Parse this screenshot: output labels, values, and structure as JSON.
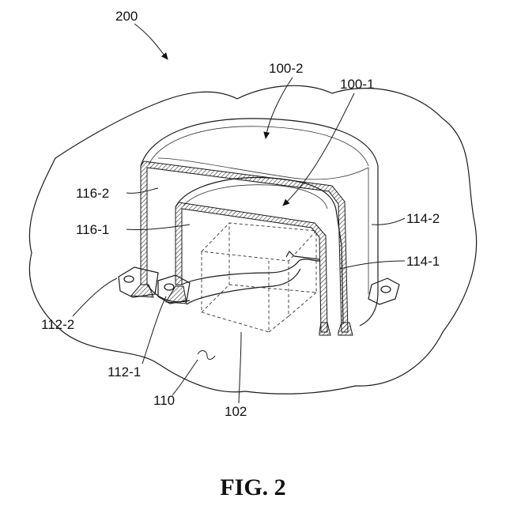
{
  "figure": {
    "caption": "FIG. 2",
    "labels": {
      "ref_200": "200",
      "ref_100_2": "100-2",
      "ref_100_1": "100-1",
      "ref_116_2": "116-2",
      "ref_116_1": "116-1",
      "ref_114_2": "114-2",
      "ref_114_1": "114-1",
      "ref_112_2": "112-2",
      "ref_112_1": "112-1",
      "ref_110": "110",
      "ref_102": "102"
    }
  }
}
